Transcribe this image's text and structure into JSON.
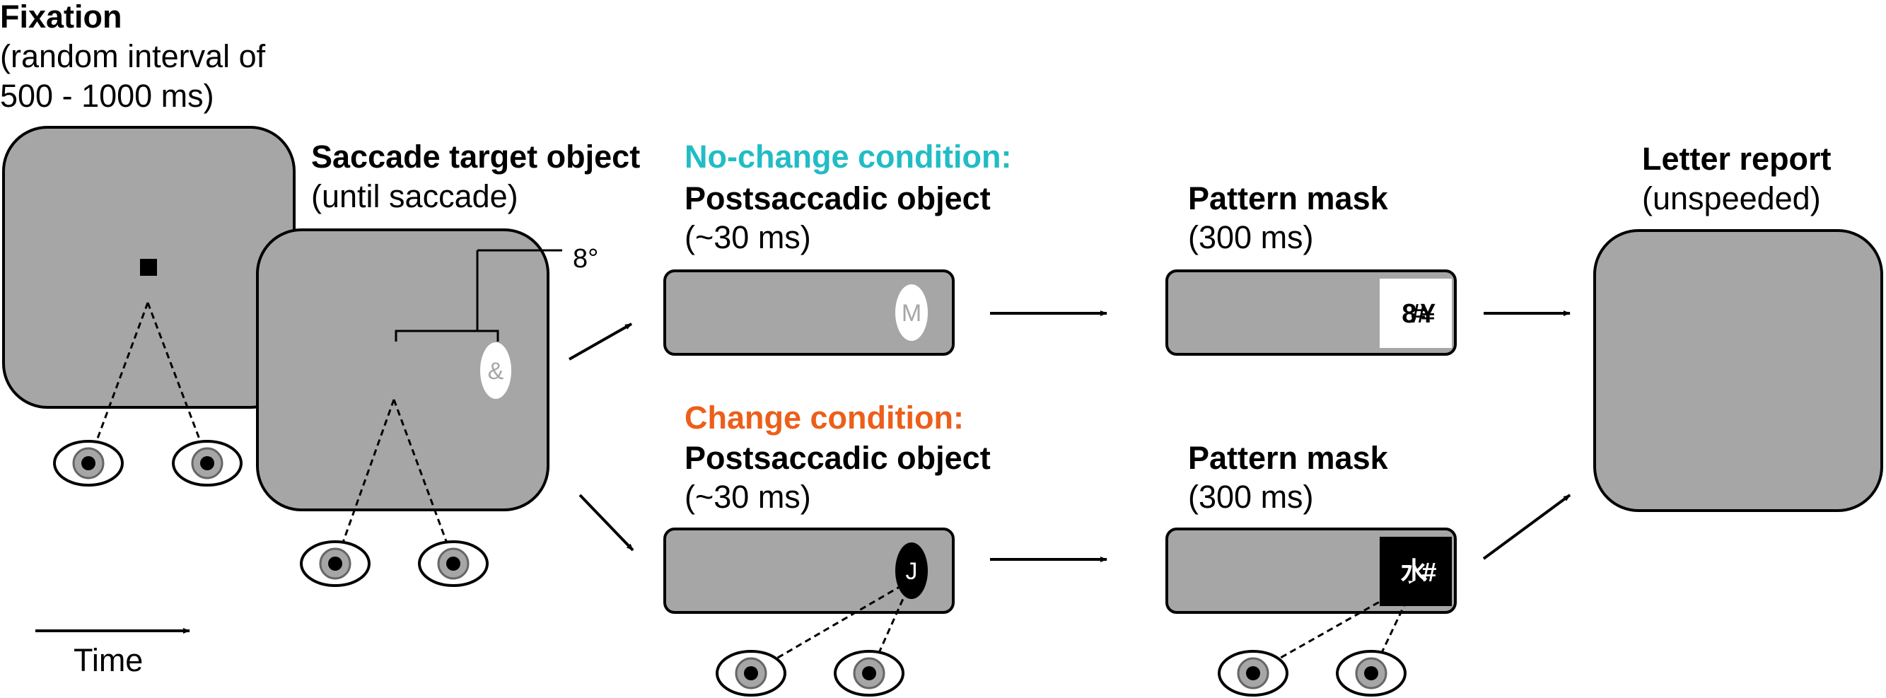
{
  "fixation": {
    "title": "Fixation",
    "line1": "(random interval of",
    "line2": "500 - 1000 ms)"
  },
  "saccade_target": {
    "title": "Saccade target object",
    "subtitle": "(until saccade)",
    "eccentricity": "8°",
    "object_char": "&"
  },
  "no_change": {
    "condition": "No-change condition:",
    "title": "Postsaccadic object",
    "duration": "(~30 ms)",
    "object_char": "M"
  },
  "change": {
    "condition": "Change condition:",
    "title": "Postsaccadic object",
    "duration": "(~30 ms)",
    "object_char": "J"
  },
  "mask_top": {
    "title": "Pattern mask",
    "duration": "(300 ms)",
    "glyphs": "8#¥"
  },
  "mask_bottom": {
    "title": "Pattern mask",
    "duration": "(300 ms)",
    "glyphs": "水#"
  },
  "letter_report": {
    "title": "Letter report",
    "subtitle": "(unspeeded)"
  },
  "time_label": "Time",
  "colors": {
    "screen": "#a6a6a6",
    "no_change_accent": "#21bcc6",
    "change_accent": "#ec5f1a"
  }
}
